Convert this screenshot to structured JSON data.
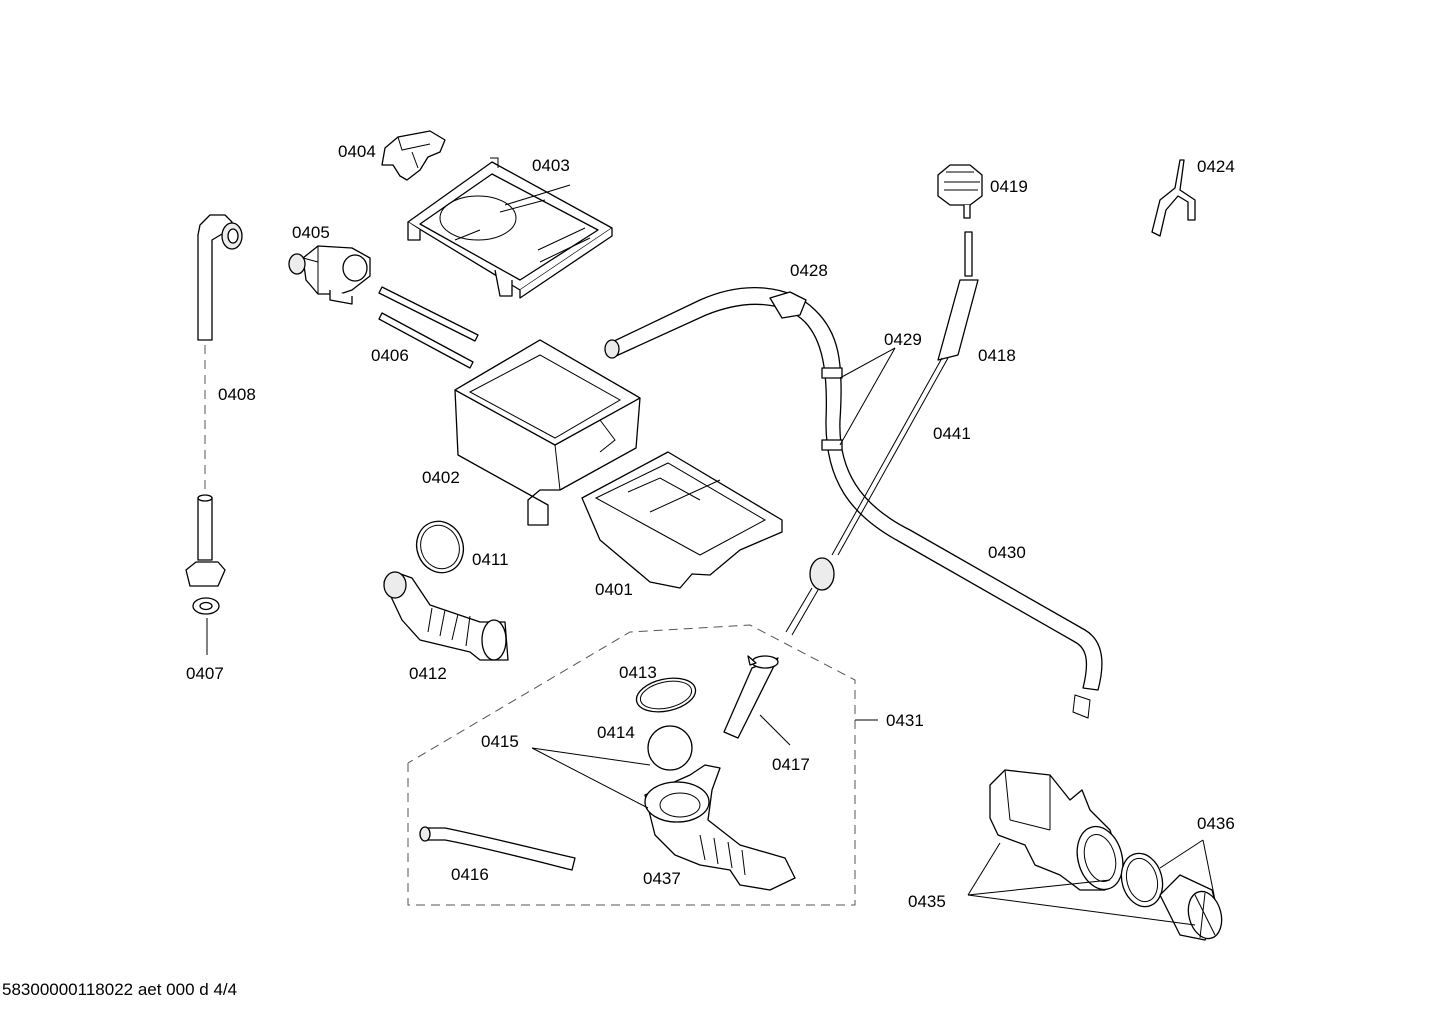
{
  "diagram": {
    "parts": [
      {
        "id": "p0401",
        "label": "0401"
      },
      {
        "id": "p0402",
        "label": "0402"
      },
      {
        "id": "p0403",
        "label": "0403"
      },
      {
        "id": "p0404",
        "label": "0404"
      },
      {
        "id": "p0405",
        "label": "0405"
      },
      {
        "id": "p0406",
        "label": "0406"
      },
      {
        "id": "p0407",
        "label": "0407"
      },
      {
        "id": "p0408",
        "label": "0408"
      },
      {
        "id": "p0411",
        "label": "0411"
      },
      {
        "id": "p0412",
        "label": "0412"
      },
      {
        "id": "p0413",
        "label": "0413"
      },
      {
        "id": "p0414",
        "label": "0414"
      },
      {
        "id": "p0415",
        "label": "0415"
      },
      {
        "id": "p0416",
        "label": "0416"
      },
      {
        "id": "p0417",
        "label": "0417"
      },
      {
        "id": "p0418",
        "label": "0418"
      },
      {
        "id": "p0419",
        "label": "0419"
      },
      {
        "id": "p0424",
        "label": "0424"
      },
      {
        "id": "p0428",
        "label": "0428"
      },
      {
        "id": "p0429",
        "label": "0429"
      },
      {
        "id": "p0430",
        "label": "0430"
      },
      {
        "id": "p0431",
        "label": "0431"
      },
      {
        "id": "p0435",
        "label": "0435"
      },
      {
        "id": "p0436",
        "label": "0436"
      },
      {
        "id": "p0437",
        "label": "0437"
      },
      {
        "id": "p0441",
        "label": "0441"
      }
    ],
    "footer": "58300000118022 aet 000 d 4/4"
  }
}
